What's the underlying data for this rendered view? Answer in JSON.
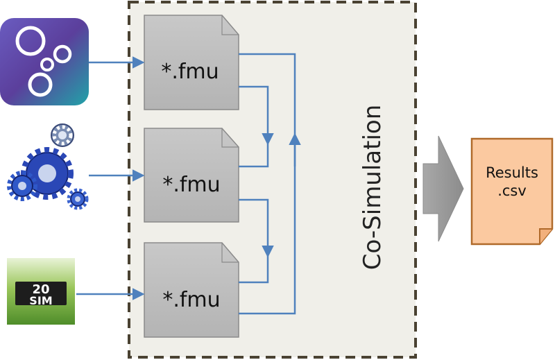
{
  "cosim": {
    "label": "Co-Simulation",
    "fmus": [
      {
        "label": "*.fmu"
      },
      {
        "label": "*.fmu"
      },
      {
        "label": "*.fmu"
      }
    ]
  },
  "tools": [
    {
      "icon": "bubbles-app-icon"
    },
    {
      "icon": "gears-icon"
    },
    {
      "icon": "20-sim-logo",
      "logo_text_top": "20",
      "logo_text_bottom": "SIM"
    }
  ],
  "output": {
    "line1": "Results",
    "line2": ".csv"
  },
  "colors": {
    "arrow": "#4f81bd",
    "fmu_fill": "#bfbfbf",
    "cosim_fill": "#f0efe9",
    "cosim_border": "#4a4232",
    "result_fill": "#fbc9a0",
    "result_border": "#b06a2a",
    "big_arrow": "#9b9b9b"
  }
}
